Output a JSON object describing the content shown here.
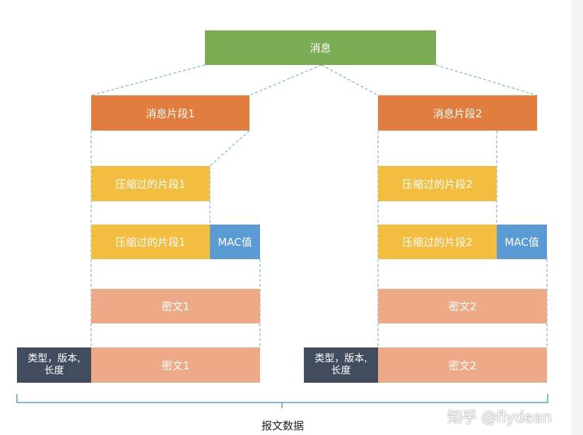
{
  "top": {
    "label": "消息"
  },
  "fragments": [
    {
      "fragment": "消息片段1",
      "compressed": "压缩过的片段1",
      "compressed_mac": "压缩过的片段1",
      "mac": "MAC值",
      "cipher": "密文1",
      "header_line1": "类型，版本,",
      "header_line2": "长度",
      "cipher_final": "密文1"
    },
    {
      "fragment": "消息片段2",
      "compressed": "压缩过的片段2",
      "compressed_mac": "压缩过的片段2",
      "mac": "MAC值",
      "cipher": "密文2",
      "header_line1": "类型，版本,",
      "header_line2": "长度",
      "cipher_final": "密文2"
    }
  ],
  "caption": "报文数据",
  "watermark": "知乎 @flydean",
  "colors": {
    "message": "#7aad53",
    "fragment": "#e07d3f",
    "compressed": "#f3be40",
    "mac": "#5b9bd5",
    "cipher": "#eeaa87",
    "header": "#414d5e",
    "connector": "#5aa9d6",
    "brace": "#4aa3d8"
  }
}
